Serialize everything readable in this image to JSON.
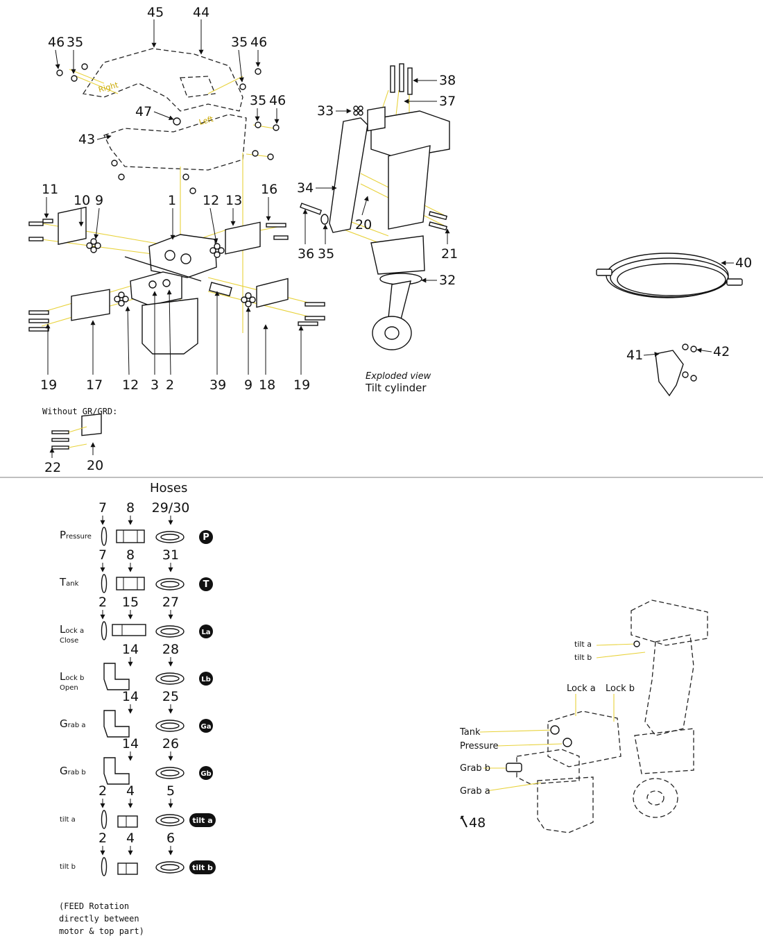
{
  "top": {
    "callouts": [
      "45",
      "44",
      "46",
      "35",
      "35",
      "46",
      "47",
      "35",
      "46",
      "43",
      "33",
      "38",
      "37",
      "34",
      "20",
      "21",
      "32",
      "36",
      "35",
      "40",
      "41",
      "42",
      "11",
      "10",
      "9",
      "1",
      "12",
      "13",
      "16",
      "19",
      "17",
      "12",
      "3",
      "2",
      "39",
      "9",
      "18",
      "19"
    ],
    "left_cover_label": "Left",
    "right_cover_label": "Right",
    "tilt_caption_italic": "Exploded view",
    "tilt_caption": "Tilt cylinder",
    "without_label": "Without GR/GRD:",
    "without_callouts": [
      "22",
      "20"
    ]
  },
  "hoses": {
    "title": "Hoses",
    "rows": [
      {
        "label_cap": "P",
        "label_rest": "ressure",
        "label2": "",
        "n1": "7",
        "n2": "8",
        "n3": "29/30",
        "badge": "P"
      },
      {
        "label_cap": "T",
        "label_rest": "ank",
        "label2": "",
        "n1": "7",
        "n2": "8",
        "n3": "31",
        "badge": "T"
      },
      {
        "label_cap": "L",
        "label_rest": "ock a",
        "label2": "Close",
        "n1": "2",
        "n2": "15",
        "n3": "27",
        "badge": "La"
      },
      {
        "label_cap": "L",
        "label_rest": "ock b",
        "label2": "Open",
        "n1": "",
        "n2": "14",
        "n3": "28",
        "badge": "Lb"
      },
      {
        "label_cap": "G",
        "label_rest": "rab a",
        "label2": "",
        "n1": "",
        "n2": "14",
        "n3": "25",
        "badge": "Ga"
      },
      {
        "label_cap": "G",
        "label_rest": "rab b",
        "label2": "",
        "n1": "",
        "n2": "14",
        "n3": "26",
        "badge": "Gb"
      },
      {
        "label_cap": "",
        "label_rest": "tilt a",
        "label2": "",
        "n1": "2",
        "n2": "4",
        "n3": "5",
        "badge": "tilt a"
      },
      {
        "label_cap": "",
        "label_rest": "tilt b",
        "label2": "",
        "n1": "2",
        "n2": "4",
        "n3": "6",
        "badge": "tilt b"
      }
    ],
    "footnote": [
      "(FEED Rotation",
      "directly between",
      "motor & top part)"
    ]
  },
  "assembly": {
    "tilt_a": "tilt a",
    "tilt_b": "tilt b",
    "lock_a": "Lock a",
    "lock_b": "Lock b",
    "tank": "Tank",
    "pressure": "Pressure",
    "grab_b": "Grab b",
    "grab_a": "Grab a",
    "tool_num": "48"
  },
  "colors": {
    "leader_yellow": "#e8d23a",
    "ink": "#111111",
    "divider": "#999999"
  }
}
